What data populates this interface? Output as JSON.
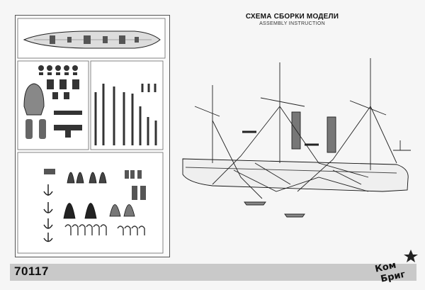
{
  "header": {
    "title_ru": "СХЕМА СБОРКИ МОДЕЛИ",
    "title_en": "ASSEMBLY INSTRUCTION"
  },
  "footer": {
    "kit_number": "70117"
  },
  "brand": {
    "logo_text": "КомБриг"
  },
  "colors": {
    "paper": "#f6f6f6",
    "footer_band": "#c9c9c9",
    "ink": "#111111"
  }
}
